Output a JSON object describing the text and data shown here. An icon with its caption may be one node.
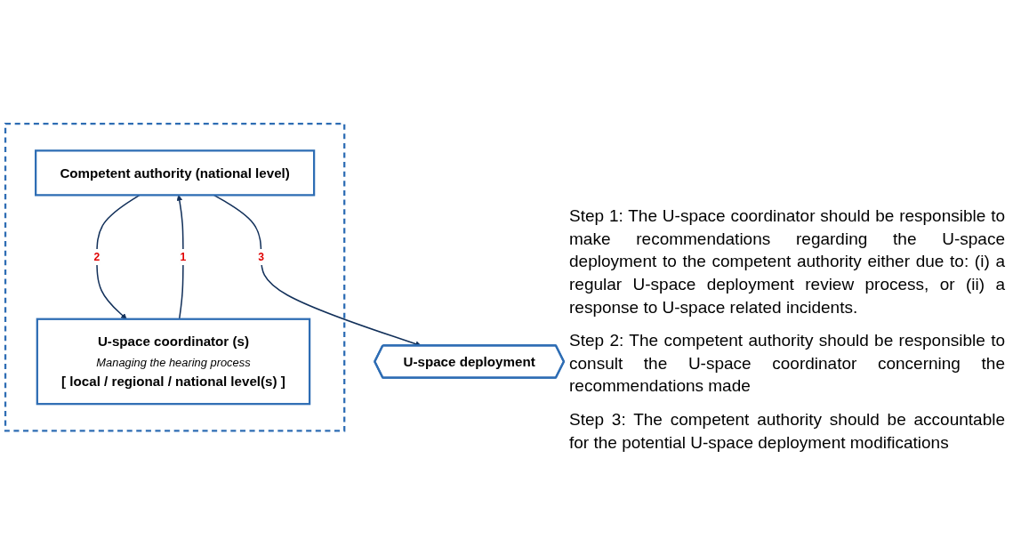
{
  "diagram": {
    "nodes": [
      {
        "text": [],
        "shape": "box"
      },
      {
        "text": [
          "Competent authority (national level)"
        ],
        "in": 0
      },
      {
        "text": [
          "U-space coordinator (s)",
          "Managing the hearing process",
          "[ local / regional / national level(s) ]"
        ],
        "in": 0
      },
      {
        "text": [
          "U-space deployment"
        ]
      }
    ],
    "edges": [
      {
        "from": 1,
        "to": 2,
        "arrow": "to",
        "label": "2"
      },
      {
        "from": 2,
        "to": 1,
        "arrow": "to",
        "label": "1"
      },
      {
        "from": 1,
        "to": 3,
        "arrow": "to",
        "label": "3"
      }
    ],
    "labels": [
      "Step 1: The U-space coordinator should be responsible to make recommendations regarding the U-space deployment to the competent authority either due to: (i) a regular U-space deployment review process, or (ii) a response to U-space related incidents.",
      "Step 2: The competent authority should be responsible to consult the U-space coordinator concerning the recommendations made",
      "Step 3: The competent authority should be accountable for the potential U-space deployment modifications"
    ]
  }
}
